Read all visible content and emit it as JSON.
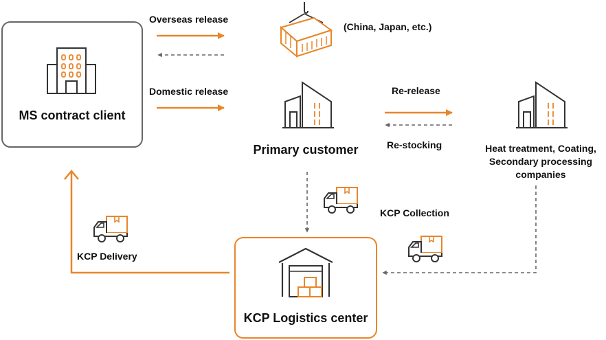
{
  "colors": {
    "accent": "#e8862a",
    "gray": "#666666",
    "text": "#111111"
  },
  "nodes": {
    "client": {
      "label": "MS contract client",
      "icon": "office-building-icon"
    },
    "primary": {
      "label": "Primary customer",
      "icon": "factory-icon"
    },
    "processors": {
      "lines": [
        "Heat treatment, Coating,",
        "Secondary processing",
        "companies"
      ],
      "icon": "factory-icon"
    },
    "logistics": {
      "label": "KCP Logistics center",
      "icon": "warehouse-icon"
    },
    "overseas": {
      "label": "(China, Japan, etc.)",
      "icon": "shipping-container-icon"
    }
  },
  "edges": {
    "overseas_release": "Overseas release",
    "domestic_release": "Domestic release",
    "re_release": "Re-release",
    "re_stocking": "Re-stocking",
    "kcp_collection": "KCP Collection",
    "kcp_delivery": "KCP Delivery"
  }
}
